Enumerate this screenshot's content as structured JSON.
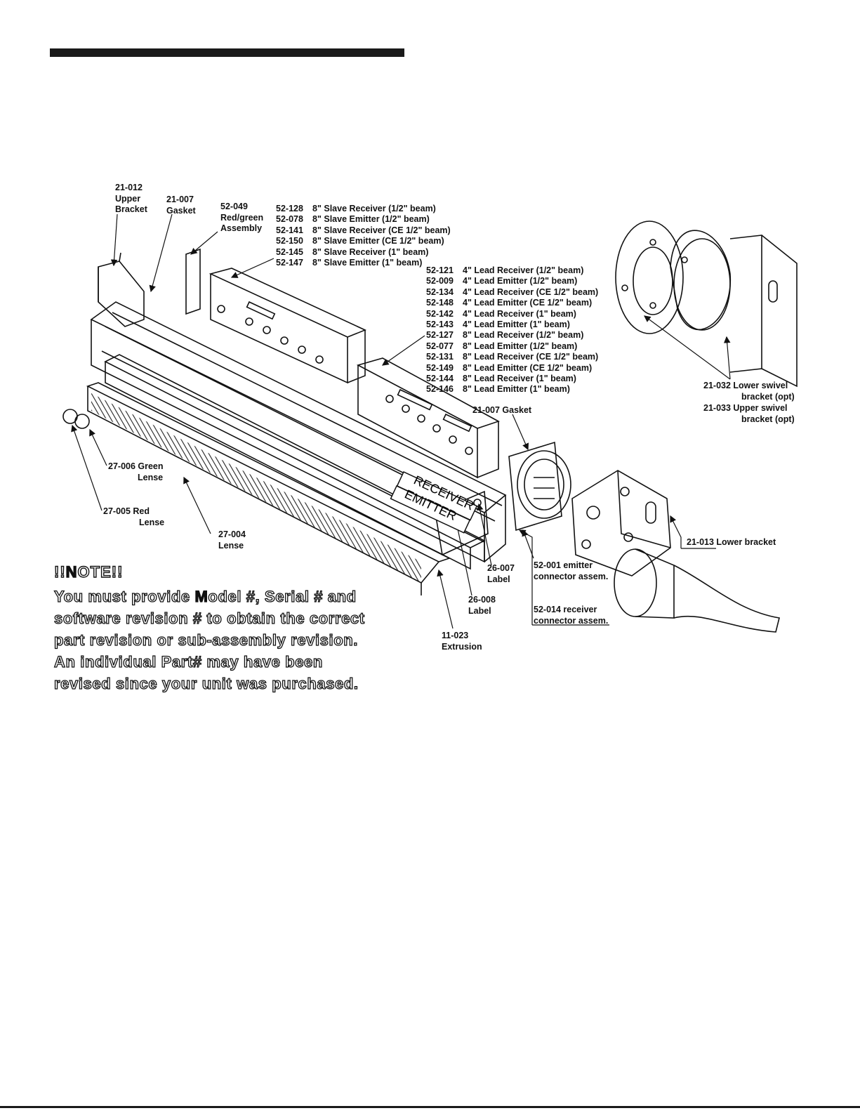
{
  "labels": {
    "upper_bracket": [
      "21-012",
      "Upper",
      "Bracket"
    ],
    "gasket_top": [
      "21-007",
      "Gasket"
    ],
    "redgreen": [
      "52-049",
      "Red/green",
      "Assembly"
    ],
    "green_lense": [
      "27-006 Green",
      "Lense"
    ],
    "red_lense": [
      "27-005 Red",
      "Lense"
    ],
    "lense": [
      "27-004",
      "Lense"
    ],
    "label_26007": [
      "26-007",
      "Label"
    ],
    "label_26008": [
      "26-008",
      "Label"
    ],
    "extrusion": [
      "11-023",
      "Extrusion"
    ],
    "gasket_right": "21-007 Gasket",
    "emitter_conn": [
      "52-001 emitter",
      "connector assem."
    ],
    "receiver_conn": [
      "52-014 receiver",
      "connector assem."
    ],
    "lower_bracket": "21-013 Lower bracket",
    "swivel": [
      "21-032 Lower swivel",
      "bracket (opt)",
      "21-033 Upper swivel",
      "bracket (opt)"
    ],
    "tube_receiver": "RECEIVER",
    "tube_emitter": "EMITTER"
  },
  "slave_boards": [
    {
      "pn": "52-128",
      "desc": "8\" Slave Receiver (1/2\" beam)"
    },
    {
      "pn": "52-078",
      "desc": "8\" Slave Emitter (1/2\" beam)"
    },
    {
      "pn": "52-141",
      "desc": "8\" Slave Receiver (CE 1/2\" beam)"
    },
    {
      "pn": "52-150",
      "desc": "8\" Slave Emitter (CE 1/2\" beam)"
    },
    {
      "pn": "52-145",
      "desc": "8\" Slave Receiver (1\" beam)"
    },
    {
      "pn": "52-147",
      "desc": "8\" Slave Emitter (1\" beam)"
    }
  ],
  "lead_boards": [
    {
      "pn": "52-121",
      "desc": "4\" Lead Receiver (1/2\" beam)"
    },
    {
      "pn": "52-009",
      "desc": "4\" Lead Emitter (1/2\" beam)"
    },
    {
      "pn": "52-134",
      "desc": "4\" Lead Receiver (CE 1/2\" beam)"
    },
    {
      "pn": "52-148",
      "desc": "4\" Lead Emitter (CE 1/2\" beam)"
    },
    {
      "pn": "52-142",
      "desc": "4\" Lead Receiver (1\" beam)"
    },
    {
      "pn": "52-143",
      "desc": "4\" Lead Emitter (1\" beam)"
    },
    {
      "pn": "52-127",
      "desc": "8\" Lead Receiver (1/2\" beam)"
    },
    {
      "pn": "52-077",
      "desc": "8\" Lead Emitter (1/2\" beam)"
    },
    {
      "pn": "52-131",
      "desc": "8\" Lead Receiver (CE 1/2\" beam)"
    },
    {
      "pn": "52-149",
      "desc": "8\" Lead Emitter (CE 1/2\" beam)"
    },
    {
      "pn": "52-144",
      "desc": "8\" Lead Receiver (1\" beam)"
    },
    {
      "pn": "52-146",
      "desc": "8\" Lead Emitter (1\" beam)"
    }
  ],
  "note": {
    "head_bang1": "!!",
    "head_cap": "N",
    "head_rest": "OTE!!",
    "line1_a": "You must provide ",
    "line1_cap": "M",
    "line1_b": "odel #, Serial # and",
    "line2": "software revision # to obtain the correct",
    "line3": "part revision or sub-assembly revision.",
    "line4": "An individual Part# may have been",
    "line5": "revised since your unit was purchased."
  }
}
